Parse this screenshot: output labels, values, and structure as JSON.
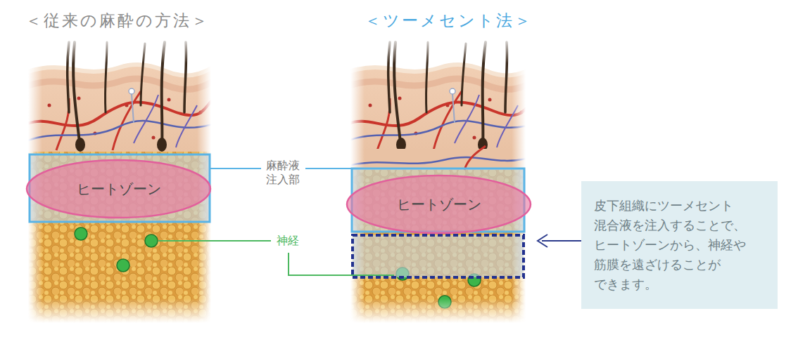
{
  "diagram": {
    "nodes": [
      {
        "text": [
          "ヒートゾーン"
        ]
      },
      {
        "text": [
          "ヒートゾーン"
        ]
      },
      {
        "text": [
          "皮下組織にツーメセント 混合液を注入することで、 ヒートゾーンから、神経や 筋膜を遠ざけることが できます。"
        ]
      }
    ],
    "labels": [
      "＜従来の麻酔の方法＞",
      "麻酔液 注入部",
      "神経",
      "＜ツーメセント法＞"
    ]
  }
}
